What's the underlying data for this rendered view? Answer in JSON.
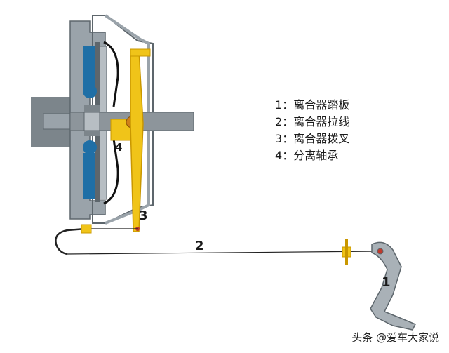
{
  "callouts": {
    "pedal": "1",
    "cable": "2",
    "fork": "3",
    "bearing": "4"
  },
  "legend": [
    {
      "num": "1",
      "sep": "：",
      "text": "离合器踏板"
    },
    {
      "num": "2",
      "sep": "：",
      "text": "离合器拉线"
    },
    {
      "num": "3",
      "sep": "：",
      "text": "离合器拨叉"
    },
    {
      "num": "4",
      "sep": "：",
      "text": "分离轴承"
    }
  ],
  "watermark": "头条 @爱车大家说",
  "colors": {
    "housing": "#9aa3aa",
    "housing_dark": "#5d666c",
    "shaft": "#8d959b",
    "friction": "#1f6fa6",
    "fork": "#f0c419",
    "fork_edge": "#c99700",
    "bearing": "#e2a400",
    "cable": "#222222",
    "pedal": "#a9b1b7"
  }
}
